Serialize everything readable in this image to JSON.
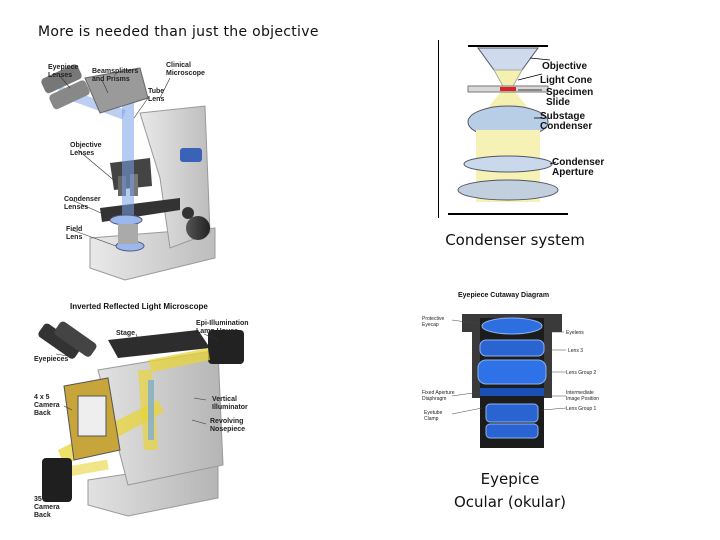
{
  "slide": {
    "title": "More is needed than just the objective"
  },
  "figure_top_left": {
    "labels": {
      "eyepiece": "Eyepiece\nLenses",
      "beamsplitters": "Beamsplitters\nand Prisms",
      "microscope": "Clinical\nMicroscope",
      "tube_lens": "Tube\nLens",
      "objective": "Objective\nLenses",
      "condenser": "Condenser\nLenses",
      "field_lens": "Field\nLens"
    }
  },
  "figure_top_right": {
    "labels": {
      "objective": "Objective",
      "light_cone": "Light Cone",
      "specimen": "Specimen\nSlide",
      "substage": "Substage\nCondenser",
      "aperture": "Condenser\nAperture"
    },
    "caption": "Condenser system"
  },
  "figure_bottom_left": {
    "title": "Inverted Reflected Light Microscope",
    "labels": {
      "stage": "Stage",
      "lamp": "Epi-Illumination\nLamp House",
      "eyepieces": "Eyepieces",
      "camera_4x5": "4 x 5\nCamera\nBack",
      "vertical": "Vertical\nIlluminator",
      "nosepiece": "Revolving\nNosepiece",
      "camera_35": "35 mm\nCamera\nBack"
    }
  },
  "figure_bottom_right": {
    "title": "Eyepiece Cutaway Diagram",
    "labels": {
      "protective_cap": "Protective\nEyecap",
      "eyelens": "Eyelens",
      "lens_3": "Lens 3",
      "lens_group_2": "Lens Group 2",
      "field_aperture": "Fixed Aperture\nDiaphragm",
      "intermediate": "Intermediate\nImage Position",
      "eyetube_clamp": "Eyetube\nClamp",
      "lens_group_1": "Lens Group 1"
    },
    "caption_line1": "Eyepice",
    "caption_line2": "Ocular  (okular)"
  }
}
